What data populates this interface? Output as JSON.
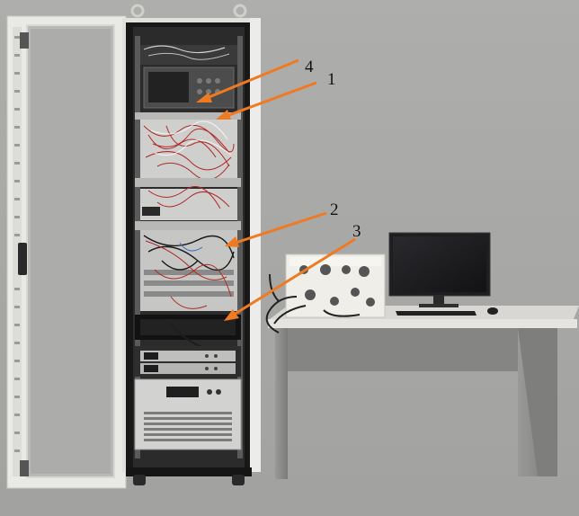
{
  "callouts": [
    {
      "id": "1",
      "label": "1"
    },
    {
      "id": "2",
      "label": "2"
    },
    {
      "id": "3",
      "label": "3"
    },
    {
      "id": "4",
      "label": "4"
    }
  ],
  "colors": {
    "background": "#a8a8a6",
    "rack_frame": "#1a1a1a",
    "door_frame": "#e6e6e2",
    "arrow": "#f07a22",
    "desk_top": "#e4e2de",
    "desk_panel": "#828281"
  }
}
